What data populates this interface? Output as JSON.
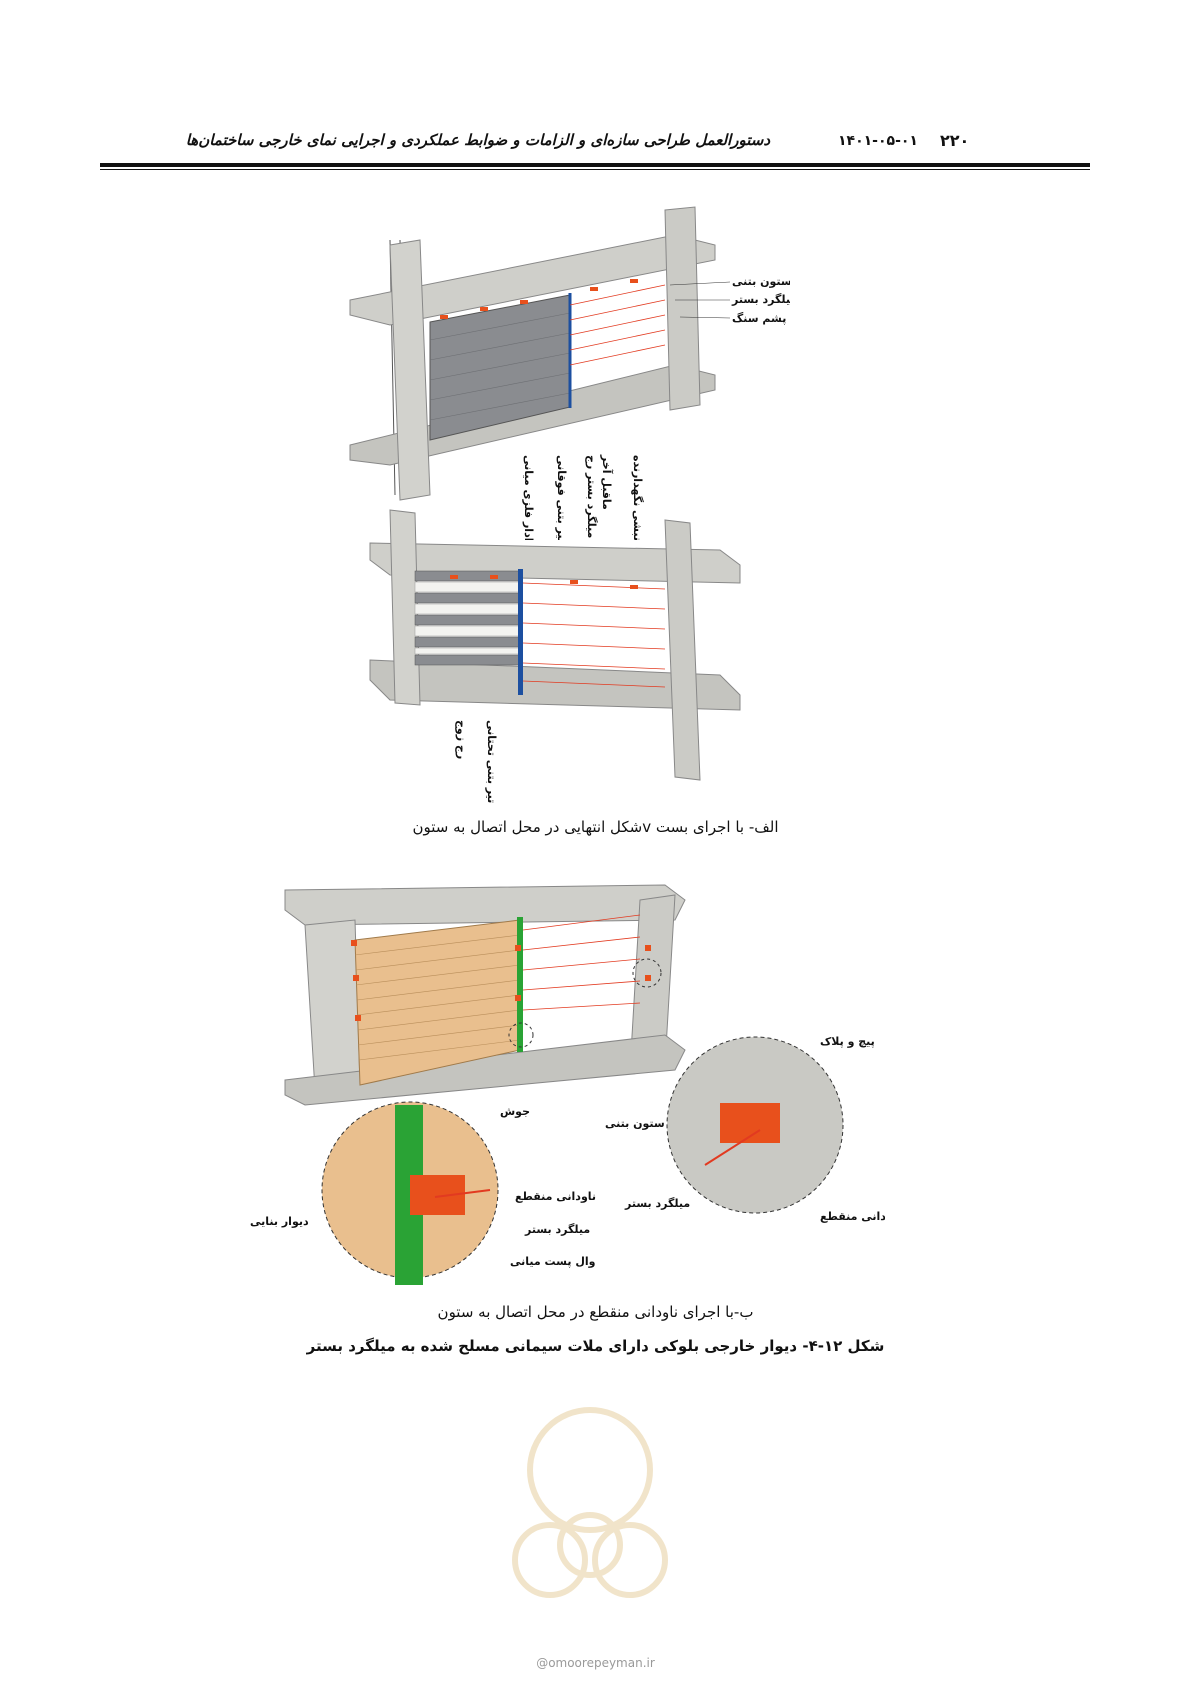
{
  "header": {
    "title": "دستورالعمل طراحی سازه‌ای و الزامات و ضوابط عملکردی و اجرایی نمای خارجی ساختمان‌ها",
    "date": "۱۴۰۱-۰۵-۰۱",
    "page_number": "۲۲۰"
  },
  "figure_a": {
    "top_labels": [
      "ستون بتنی",
      "میلگرد بستر",
      "پشم سنگ"
    ],
    "vertical_labels": [
      "وادار فلزی میانی",
      "تیر بتنی فوقانی",
      "میلگرد بستر رج",
      "ماقبل آخر",
      "نبشی نگهدارنده"
    ],
    "bottom_labels": [
      "رج زوج",
      "تیر بتنی تحتانی"
    ],
    "caption": "الف- با اجرای بست vشکل انتهایی در محل اتصال به ستون"
  },
  "figure_b": {
    "right_detail_labels": [
      "پیچ و پلاک",
      "ستون بتنی",
      "میلگرد بستر",
      "ناودانی منقطع"
    ],
    "left_detail_labels": [
      "جوش",
      "ناودانی منقطع",
      "دیوار بنایی",
      "میلگرد بستر",
      "وال پست میانی"
    ],
    "caption": "ب-با اجرای ناودانی منقطع در محل اتصال به ستون"
  },
  "figure_caption": "شکل ۱۲-۴- دیوار خارجی بلوکی دارای ملات سیمانی مسلح شده به میلگرد بستر",
  "watermark_url": "@omoorepeyman.ir",
  "colors": {
    "concrete": "#c9c9c4",
    "block_gray": "#8a8c90",
    "block_tan": "#e9bf8e",
    "rebar_red": "#e23a20",
    "post_blue": "#1c4fa0",
    "post_green": "#2aa335",
    "clip_orange": "#e8501c"
  }
}
